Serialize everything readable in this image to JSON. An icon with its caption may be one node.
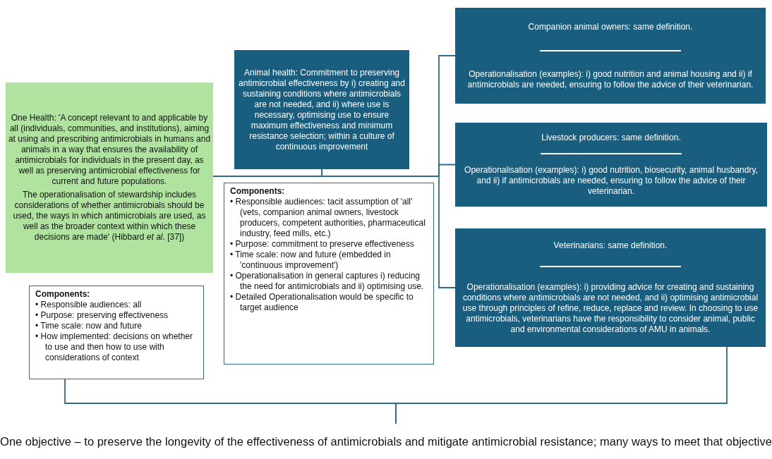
{
  "diagram": {
    "nodes": [
      {
        "text": [
          "One Health: 'A concept relevant to and applicable by all (individuals, communities, and institutions), aiming at using and prescribing antimicrobials in humans and animals in a way that ensures the availability of antimicrobials for individuals in the present day, as well as preserving antimicrobial effectiveness for current and future populations.",
          "The operationalisation of stewardship includes considerations of whether antimicrobials should be used, the ways in which antimicrobials are used, as well as the broader context within which these decisions are made' (Hibbard *et al*. [37])"
        ]
      },
      {
        "text": [
          "Components:",
          "• Responsible audiences: all",
          "• Purpose: preserving effectiveness",
          "• Time scale: now and future",
          "• How implemented: decisions on whether to use and then how to use with considerations of context"
        ]
      },
      {
        "text": [
          "Animal health: Commitment to preserving antimicrobial effectiveness by i) creating and sustaining conditions where antimicrobials are not needed, and ii) where use is necessary, optimising use to ensure maximum effectiveness and minimum resistance selection; within a culture of continuous improvement"
        ]
      },
      {
        "text": [
          "Components:",
          "• Responsible audiences: tacit assumption of 'all' (vets, companion animal owners, livestock producers, competent authorities, pharmaceutical industry, feed mills, etc.)",
          "• Purpose: commitment to preserve effectiveness",
          "• Time scale: now and future (embedded in 'continuous improvement')",
          "• Operationalisation in general captures i) reducing the need for antimicrobials and ii) optimising use.",
          "• Detailed Operationalisation would be specific to target audience"
        ]
      },
      {
        "text": [
          "Companion animal owners: same definition.",
          "Operationalisation (examples): i) good nutrition and animal housing and ii) if antimicrobials are needed, ensuring to follow the advice of their veterinarian."
        ]
      },
      {
        "text": [
          "Livestock producers: same definition.",
          "Operationalisation (examples): i) good nutrition, biosecurity, animal husbandry, and ii) if antimicrobials are needed, ensuring to follow the advice of their veterinarian."
        ]
      },
      {
        "text": [
          "Veterinarians: same definition.",
          "Operationalisation (examples): i) providing advice for creating and sustaining conditions where antimicrobials are not needed, and ii) optimising antimicrobial use through principles of refine, reduce, replace and review. In choosing to use antimicrobials, veterinarians have the responsibility to consider animal, public and environmental considerations of AMU in animals."
        ]
      },
      {
        "text": [
          "One objective – to preserve the longevity of the effectiveness of antimicrobials and mitigate antimicrobial resistance; many ways to meet that objective"
        ]
      }
    ],
    "edges": [
      {
        "from": 0,
        "to": 2,
        "arrow": "none"
      },
      {
        "from": 2,
        "to": 4,
        "arrow": "none"
      },
      {
        "from": 2,
        "to": 5,
        "arrow": "none"
      },
      {
        "from": 2,
        "to": 6,
        "arrow": "none"
      },
      {
        "from": 1,
        "to": 7,
        "arrow": "none"
      },
      {
        "from": 6,
        "to": 7,
        "arrow": "none"
      }
    ]
  }
}
